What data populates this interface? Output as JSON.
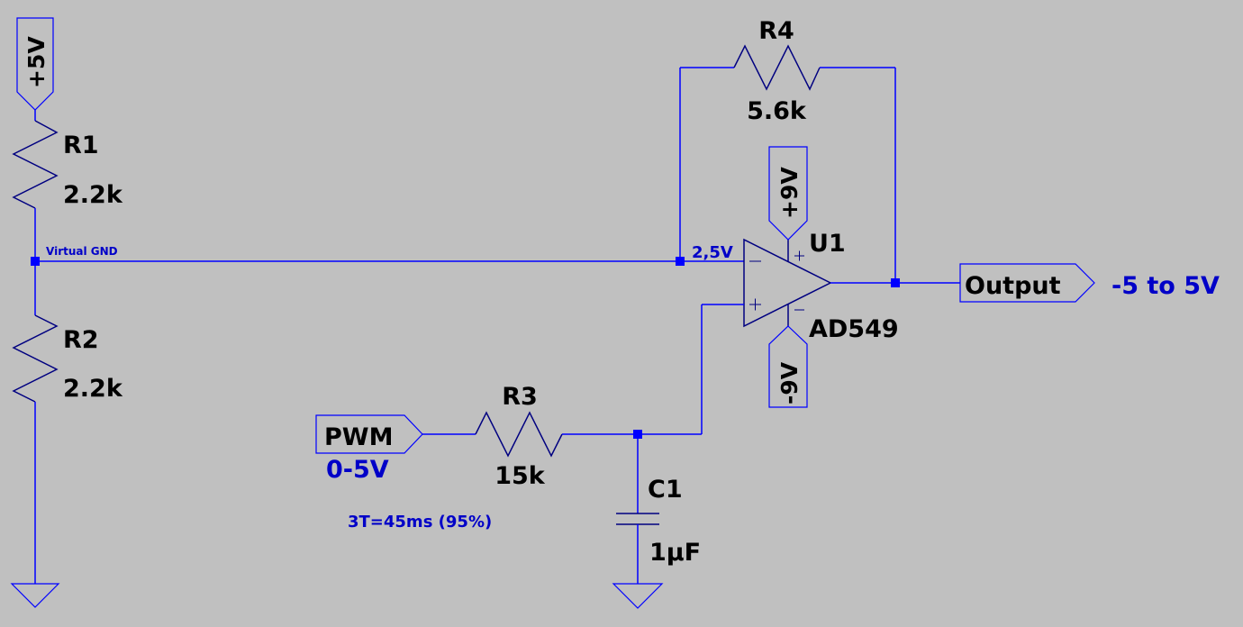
{
  "schematic": {
    "components": {
      "R1": {
        "ref": "R1",
        "value": "2.2k"
      },
      "R2": {
        "ref": "R2",
        "value": "2.2k"
      },
      "R3": {
        "ref": "R3",
        "value": "15k"
      },
      "R4": {
        "ref": "R4",
        "value": "5.6k"
      },
      "C1": {
        "ref": "C1",
        "value": "1µF"
      },
      "U1": {
        "ref": "U1",
        "value": "AD549"
      }
    },
    "flags": {
      "vcc5": "+5V",
      "vpos9": "+9V",
      "vneg9": "-9V",
      "pwm": "PWM",
      "output": "Output"
    },
    "annotations": {
      "virtual_gnd": "Virtual GND",
      "node_voltage": "2,5V",
      "pwm_range": "0-5V",
      "output_range": "-5 to 5V",
      "time_constant": "3T=45ms (95%)"
    },
    "colors": {
      "background": "#c0c0c0",
      "wire": "#0000ff",
      "symbol": "#000080",
      "annotation": "#0000c8"
    }
  }
}
